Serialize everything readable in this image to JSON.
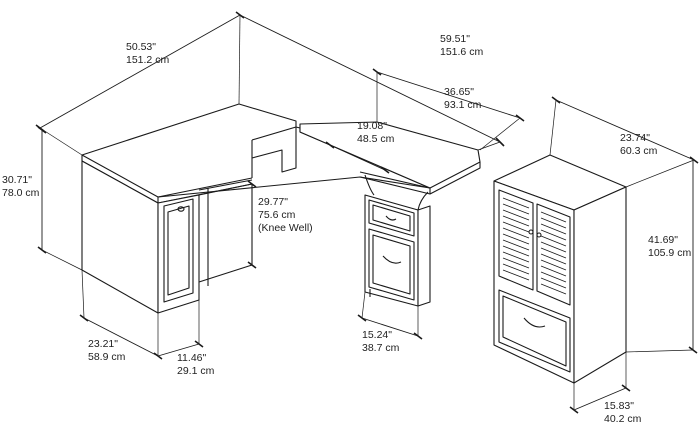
{
  "dimensions": {
    "desk_left_width": {
      "in": "50.53\"",
      "cm": "151.2 cm"
    },
    "desk_total_width": {
      "in": "59.51\"",
      "cm": "151.6 cm"
    },
    "return_length": {
      "in": "36.65\"",
      "cm": "93.1 cm"
    },
    "return_depth": {
      "in": "19.08\"",
      "cm": "48.5 cm"
    },
    "desk_height": {
      "in": "30.71\"",
      "cm": "78.0 cm"
    },
    "knee_well_height": {
      "in": "29.77\"",
      "cm": "75.6 cm",
      "note": "(Knee Well)"
    },
    "desk_depth": {
      "in": "23.21\"",
      "cm": "58.9 cm"
    },
    "pedestal_gap": {
      "in": "11.46\"",
      "cm": "29.1 cm"
    },
    "drawer_width": {
      "in": "15.24\"",
      "cm": "38.7 cm"
    },
    "hutch_width": {
      "in": "23.74\"",
      "cm": "60.3 cm"
    },
    "hutch_height": {
      "in": "41.69\"",
      "cm": "105.9 cm"
    },
    "hutch_depth": {
      "in": "15.83\"",
      "cm": "40.2 cm"
    }
  }
}
